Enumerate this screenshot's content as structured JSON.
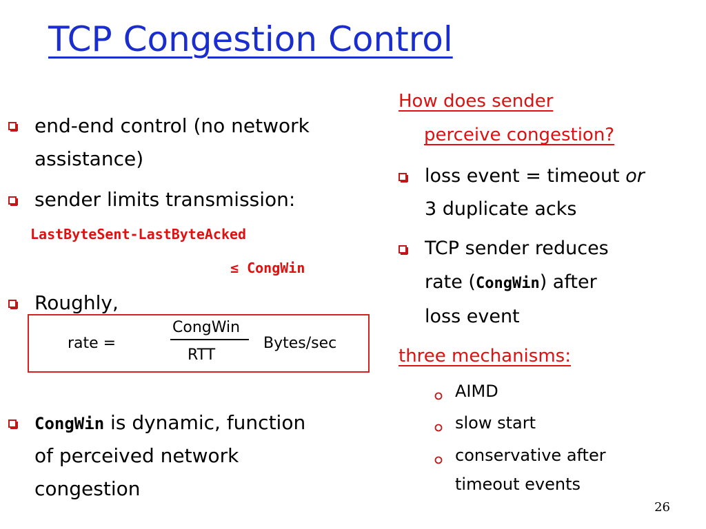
{
  "title": "TCP Congestion Control",
  "left": {
    "bullet1": [
      "end-end control (no network",
      "assistance)"
    ],
    "bullet2": "sender limits transmission:",
    "code1": "LastByteSent-LastByteAcked",
    "code2": "≤ CongWin",
    "bullet3": "Roughly,",
    "formula": {
      "lhs": "rate =",
      "numerator": "CongWin",
      "denominator": "RTT",
      "unit": "Bytes/sec"
    },
    "bullet4": {
      "code": "CongWin",
      "line1_rest": " is dynamic, function",
      "line2": "of perceived network",
      "line3": "congestion"
    }
  },
  "right": {
    "question": [
      "How does  sender",
      "perceive congestion?"
    ],
    "bullet1": {
      "line1": "loss event = timeout ",
      "or": "or",
      "line2": "3 duplicate acks"
    },
    "bullet2": {
      "line1": "TCP sender reduces",
      "line2_pre": "rate (",
      "line2_code": "CongWin",
      "line2_post": ") after",
      "line3": "loss event"
    },
    "mechanisms_heading": "three mechanisms:",
    "mechanisms": [
      "AIMD",
      "slow start",
      "conservative after",
      "timeout events"
    ]
  },
  "page_number": "26",
  "colors": {
    "title": "#1a2dcf",
    "accent": "#e01010",
    "bullet": "#c01818"
  }
}
